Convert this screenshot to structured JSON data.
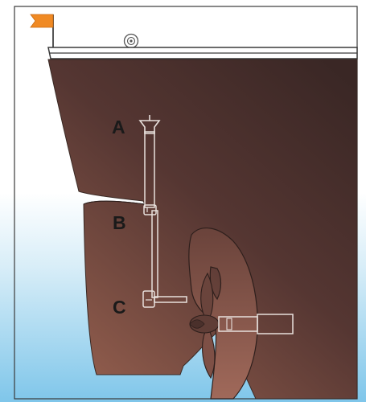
{
  "labels": {
    "a": "A",
    "b": "B",
    "c": "C"
  },
  "colors": {
    "hull_top": "#3d2a27",
    "hull_mid": "#5c3a34",
    "hull_bottom": "#8f5a4c",
    "water_top": "#ffffff",
    "water_bottom": "#7fc6ea",
    "flag": "#f08a24",
    "deck": "#ffffff",
    "outline": "#3a3a3a"
  },
  "icons": [
    "flag-icon",
    "bollard-icon",
    "propeller-icon"
  ]
}
